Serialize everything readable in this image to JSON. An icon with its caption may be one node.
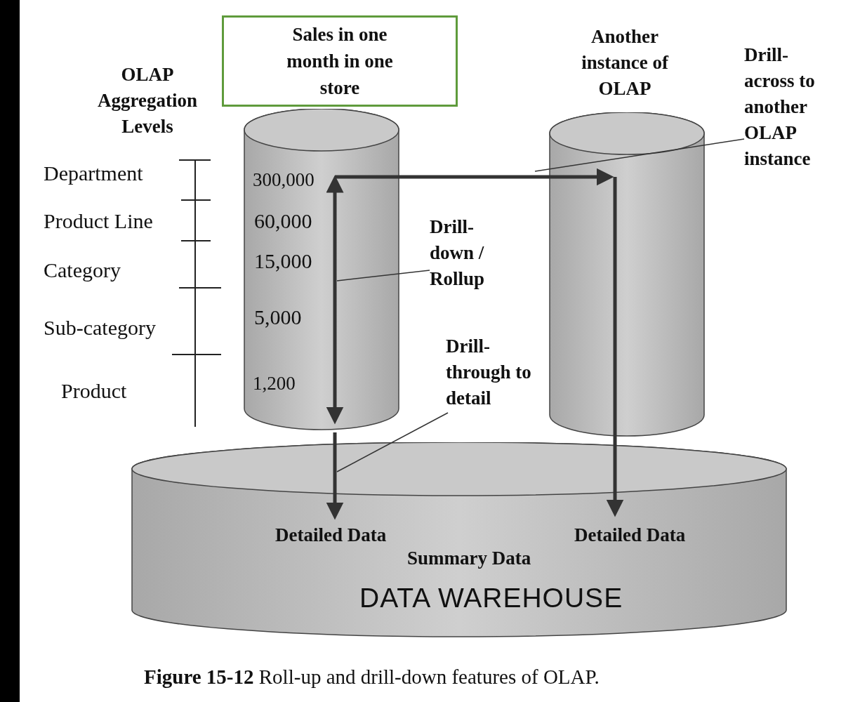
{
  "diagram": {
    "caption": "**Figure 15-12** Roll-up and drill-down features of OLAP.",
    "nodes": [
      {
        "text": [
          "Sales in one month in one store"
        ]
      },
      {
        "text": [],
        "shape": "cylinder"
      },
      {
        "text": [
          "300,000"
        ],
        "in": 1
      },
      {
        "text": [
          "1,200"
        ],
        "in": 1
      },
      {
        "text": [
          "Another instance of OLAP"
        ]
      },
      {
        "text": [
          "Drill- down / Rollup"
        ]
      },
      {
        "text": [
          "Drill- through to detail"
        ]
      },
      {
        "text": [
          "Drill- across to another OLAP instance"
        ]
      },
      {
        "text": [
          "Summary Data",
          "DATA WAREHOUSE"
        ]
      },
      {
        "text": [
          "Detailed Data"
        ],
        "in": 8
      },
      {
        "text": [
          "Detailed Data"
        ],
        "in": 8
      }
    ],
    "edges": [
      {
        "from": 2,
        "to": 3,
        "arrow": "both"
      },
      {
        "from": 2,
        "to": 4,
        "arrow": "to"
      },
      {
        "from": 4,
        "to": 10,
        "arrow": "to"
      },
      {
        "from": 1,
        "to": 9,
        "arrow": "to"
      },
      {
        "from": 5,
        "to": null,
        "arrow": "none"
      },
      {
        "from": 6,
        "to": null,
        "arrow": "none"
      },
      {
        "from": 7,
        "to": null,
        "arrow": "none"
      }
    ],
    "labels": [
      "OLAP Aggregation Levels",
      "Department",
      "Product Line",
      "Category",
      "Sub-category",
      "Product",
      "60,000",
      "15,000",
      "5,000"
    ]
  }
}
